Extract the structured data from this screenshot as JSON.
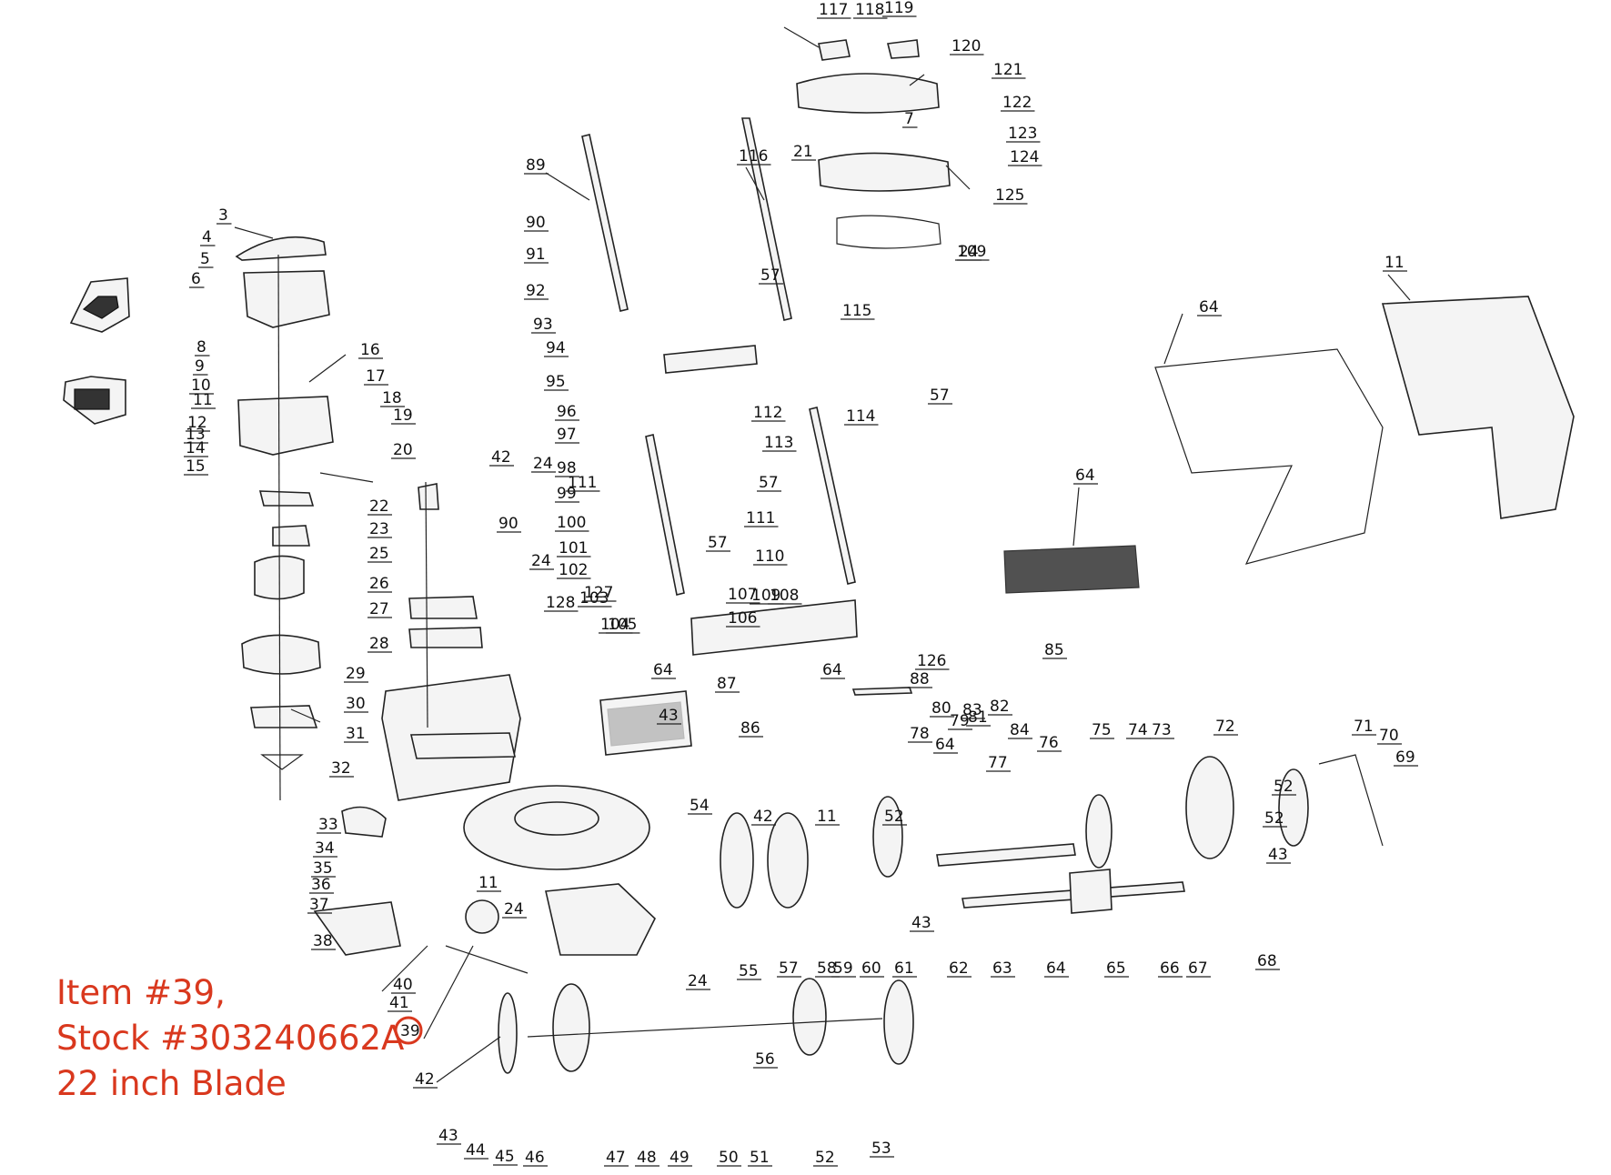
{
  "annotation": {
    "item_line": "Item #39,",
    "stock_line": "Stock #303240662A",
    "blade_line": "22 inch Blade",
    "color": "#d9381e"
  },
  "callouts": {
    "highlighted": "39",
    "labels": [
      "117",
      "118",
      "119",
      "120",
      "121",
      "122",
      "7",
      "123",
      "21",
      "124",
      "125",
      "24",
      "89",
      "116",
      "90",
      "91",
      "92",
      "93",
      "94",
      "95",
      "96",
      "97",
      "98",
      "99",
      "100",
      "101",
      "102",
      "103",
      "104",
      "105",
      "106",
      "107",
      "108",
      "109",
      "110",
      "111",
      "112",
      "113",
      "114",
      "115",
      "3",
      "4",
      "5",
      "6",
      "8",
      "9",
      "10",
      "11",
      "12",
      "13",
      "14",
      "15",
      "16",
      "17",
      "18",
      "19",
      "20",
      "22",
      "23",
      "25",
      "26",
      "27",
      "28",
      "29",
      "30",
      "31",
      "32",
      "33",
      "34",
      "35",
      "36",
      "37",
      "38",
      "40",
      "41",
      "42",
      "43",
      "44",
      "45",
      "46",
      "47",
      "48",
      "49",
      "50",
      "51",
      "52",
      "53",
      "54",
      "55",
      "56",
      "57",
      "58",
      "59",
      "60",
      "61",
      "62",
      "63",
      "64",
      "65",
      "66",
      "67",
      "68",
      "69",
      "70",
      "71",
      "72",
      "73",
      "74",
      "75",
      "76",
      "77",
      "78",
      "79",
      "80",
      "81",
      "82",
      "83",
      "84",
      "85",
      "86",
      "87",
      "88",
      "126",
      "127",
      "128",
      "24",
      "90",
      "111",
      "24",
      "42",
      "64",
      "64",
      "11",
      "109",
      "57",
      "57",
      "57",
      "57",
      "64",
      "64",
      "42",
      "11",
      "52",
      "52",
      "52",
      "43",
      "43",
      "43",
      "64",
      "11",
      "24",
      "24"
    ]
  }
}
